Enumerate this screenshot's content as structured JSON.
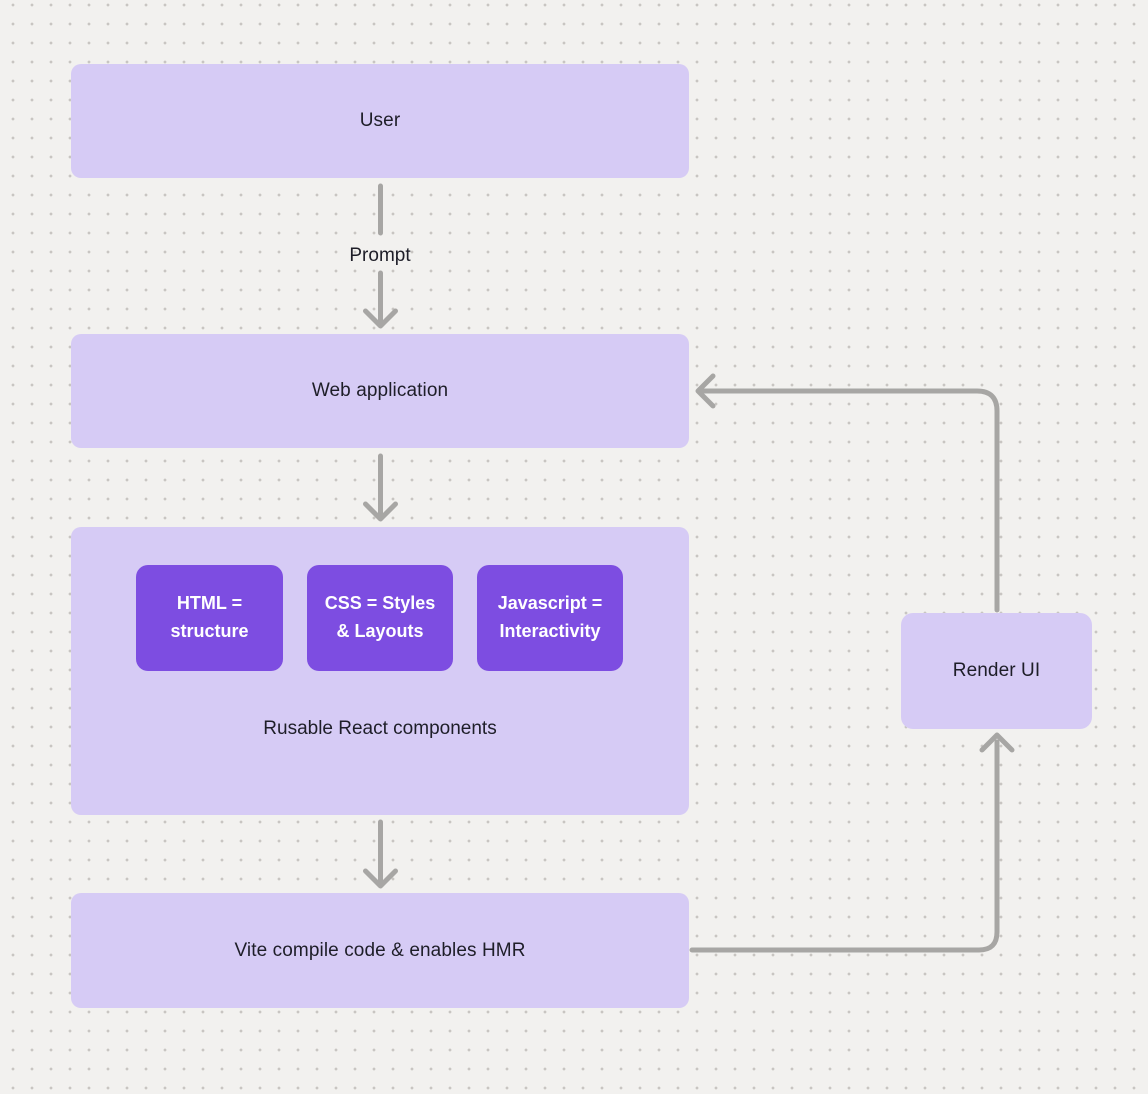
{
  "diagram": {
    "nodes": {
      "user": {
        "label": "User"
      },
      "web_application": {
        "label": "Web application"
      },
      "components_group": {
        "caption": "Rusable React components",
        "chips": [
          {
            "label": "HTML = structure"
          },
          {
            "label": "CSS = Styles & Layouts"
          },
          {
            "label": "Javascript = Interactivity"
          }
        ]
      },
      "vite": {
        "label": "Vite compile code & enables HMR"
      },
      "render_ui": {
        "label": "Render UI"
      }
    },
    "edges": {
      "prompt_label": "Prompt",
      "list": [
        {
          "from": "user",
          "to": "web_application",
          "label": "Prompt"
        },
        {
          "from": "web_application",
          "to": "components_group",
          "label": ""
        },
        {
          "from": "components_group",
          "to": "vite",
          "label": ""
        },
        {
          "from": "vite",
          "to": "render_ui",
          "label": ""
        },
        {
          "from": "render_ui",
          "to": "web_application",
          "label": ""
        }
      ]
    },
    "colors": {
      "canvas_bg": "#f2f1ef",
      "dot": "#c8c5c2",
      "node_fill": "#d6cbf5",
      "chip_fill": "#7d4de1",
      "chip_text": "#ffffff",
      "text": "#1e1e28",
      "connector": "#a7a6a4"
    }
  }
}
